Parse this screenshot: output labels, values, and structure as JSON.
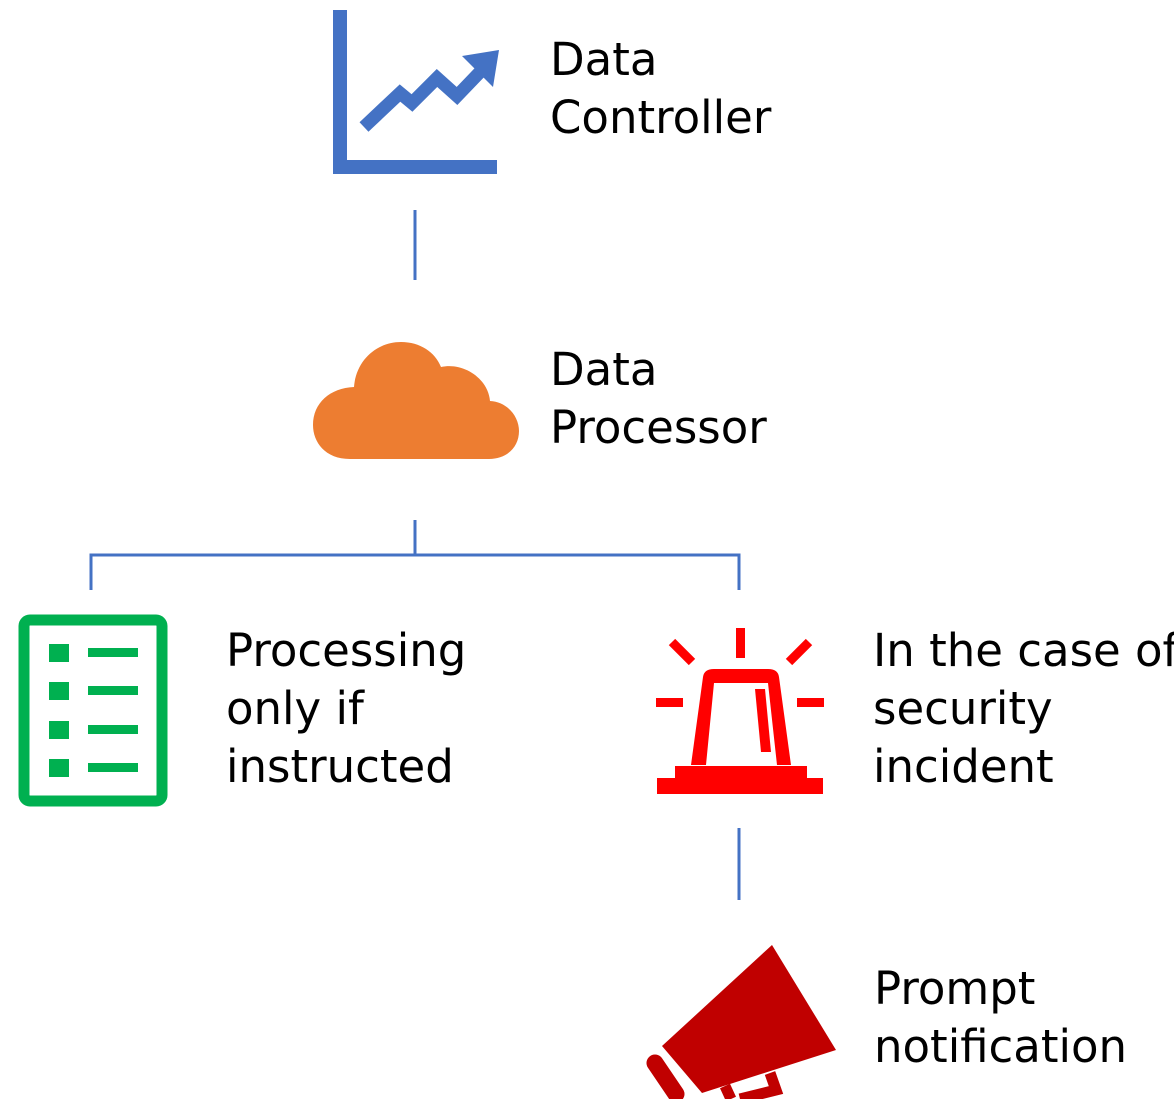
{
  "nodes": {
    "controller": {
      "icon": "line-chart-icon",
      "color": "#4472C4",
      "line1": "Data",
      "line2": "Controller"
    },
    "processor": {
      "icon": "cloud-icon",
      "color": "#ED7D31",
      "line1": "Data",
      "line2": "Processor"
    },
    "processing": {
      "icon": "checklist-icon",
      "color": "#00B050",
      "line1": "Processing",
      "line2": "only if",
      "line3": "instructed"
    },
    "incident": {
      "icon": "siren-icon",
      "color": "#FF0000",
      "line1": "In the case of",
      "line2": "security",
      "line3": "incident"
    },
    "notification": {
      "icon": "megaphone-icon",
      "color": "#C00000",
      "line1": "Prompt",
      "line2": "notification"
    }
  },
  "connector_color": "#4472C4"
}
